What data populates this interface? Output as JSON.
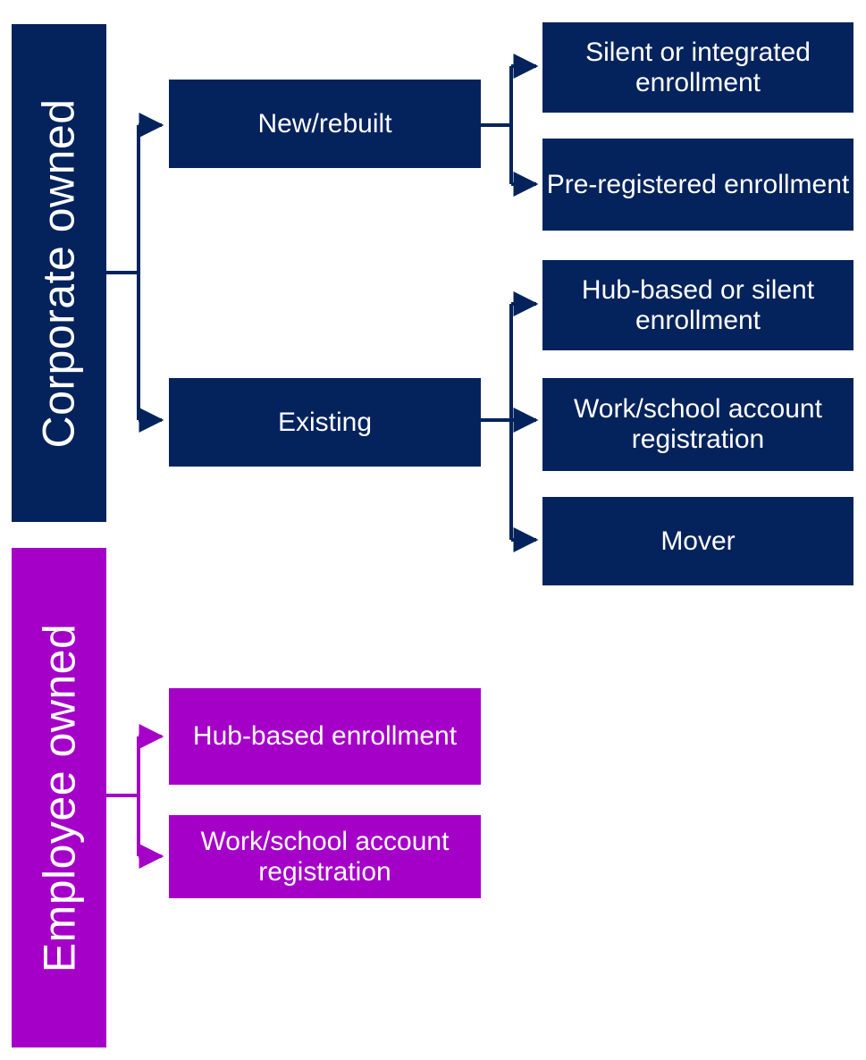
{
  "diagram": {
    "type": "flow-tree",
    "bands": [
      {
        "id": "corporate-owned",
        "label": "Corporate owned",
        "color": "#04235c",
        "orientation": "vertical-rotated"
      },
      {
        "id": "employee-owned",
        "label": "Employee owned",
        "color": "#a500c8",
        "orientation": "vertical-rotated"
      }
    ],
    "corporate": {
      "mid_nodes": [
        {
          "id": "new-rebuilt",
          "label": "New/rebuilt",
          "color": "#04235c"
        },
        {
          "id": "existing",
          "label": "Existing",
          "color": "#04235c"
        }
      ],
      "new_rebuilt_children": [
        {
          "id": "silent-or-integrated-enrollment",
          "label": "Silent or integrated enrollment",
          "color": "#04235c"
        },
        {
          "id": "pre-registered-enrollment",
          "label": "Pre-registered enrollment",
          "color": "#04235c"
        }
      ],
      "existing_children": [
        {
          "id": "hub-based-or-silent-enrollment",
          "label": "Hub-based or silent enrollment",
          "color": "#04235c"
        },
        {
          "id": "work-school-account-registration",
          "label": "Work/school account registration",
          "color": "#04235c"
        },
        {
          "id": "mover",
          "label": "Mover",
          "color": "#04235c"
        }
      ]
    },
    "employee": {
      "children": [
        {
          "id": "hub-based-enrollment",
          "label": "Hub-based enrollment",
          "color": "#a500c8"
        },
        {
          "id": "work-school-account-registration",
          "label": "Work/school account registration",
          "color": "#a500c8"
        }
      ]
    },
    "colors": {
      "navy": "#04235c",
      "purple": "#a500c8",
      "text_on_fill": "#ffffff",
      "background": "#ffffff"
    }
  }
}
